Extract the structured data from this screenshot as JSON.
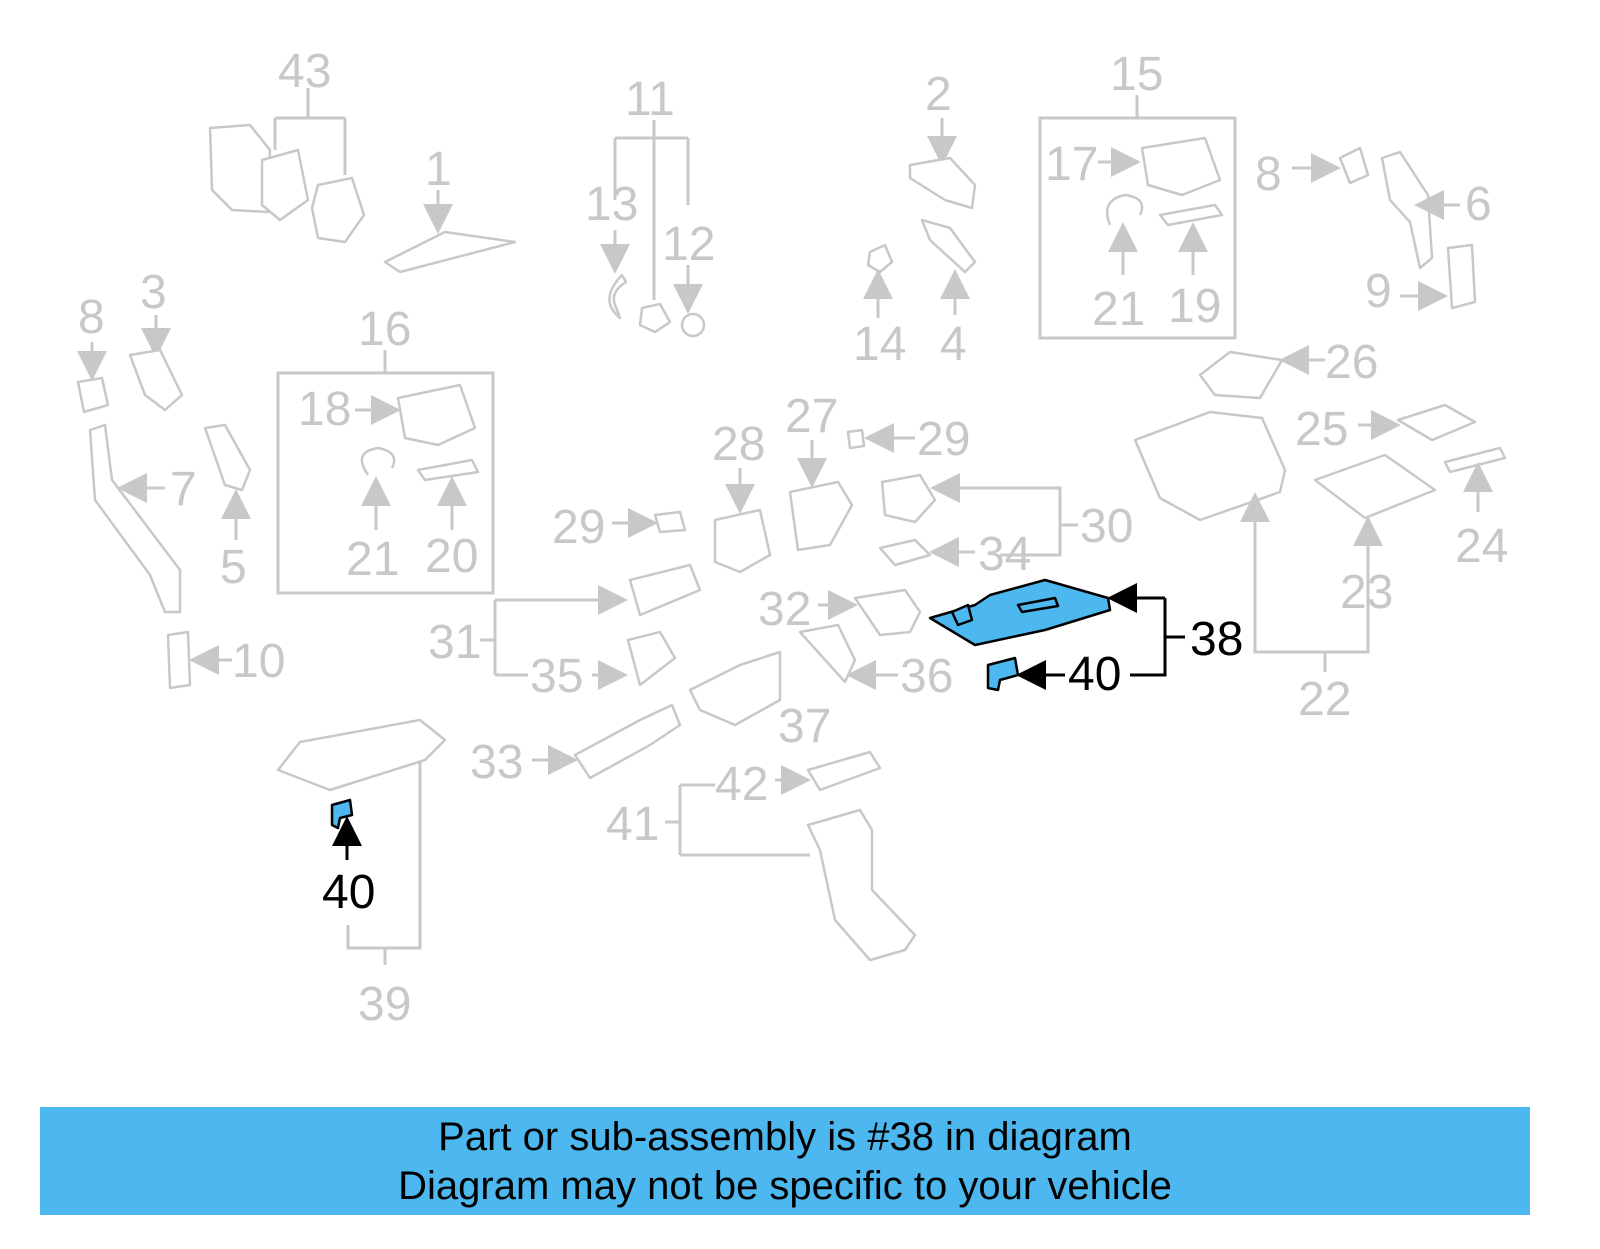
{
  "callouts": {
    "c1": "1",
    "c2": "2",
    "c3": "3",
    "c4": "4",
    "c5": "5",
    "c6": "6",
    "c7": "7",
    "c8a": "8",
    "c8b": "8",
    "c9": "9",
    "c10": "10",
    "c11": "11",
    "c12": "12",
    "c13": "13",
    "c14": "14",
    "c15": "15",
    "c16": "16",
    "c17": "17",
    "c18": "18",
    "c19": "19",
    "c20": "20",
    "c21a": "21",
    "c21b": "21",
    "c22": "22",
    "c23": "23",
    "c24": "24",
    "c25": "25",
    "c26": "26",
    "c27": "27",
    "c28": "28",
    "c29a": "29",
    "c29b": "29",
    "c30": "30",
    "c31": "31",
    "c32": "32",
    "c33": "33",
    "c34": "34",
    "c35": "35",
    "c36": "36",
    "c37": "37",
    "c38": "38",
    "c39": "39",
    "c40a": "40",
    "c40b": "40",
    "c41": "41",
    "c42": "42",
    "c43": "43"
  },
  "highlight_part": "38",
  "colors": {
    "highlight": "#4cb8ef",
    "faded": "#c8c8c8",
    "banner": "#4cb8ef"
  },
  "banner": {
    "line1": "Part or sub-assembly is #38 in diagram",
    "line2": "Diagram may not be specific to your vehicle"
  }
}
